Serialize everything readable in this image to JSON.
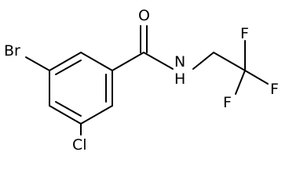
{
  "molecule": {
    "atoms": {
      "bromine": "Br",
      "chlorine": "Cl",
      "oxygen": "O",
      "nitrogen": "N",
      "fluorine_top": "F",
      "fluorine_right": "F",
      "fluorine_bottom": "F",
      "hydrogen": "H"
    }
  }
}
